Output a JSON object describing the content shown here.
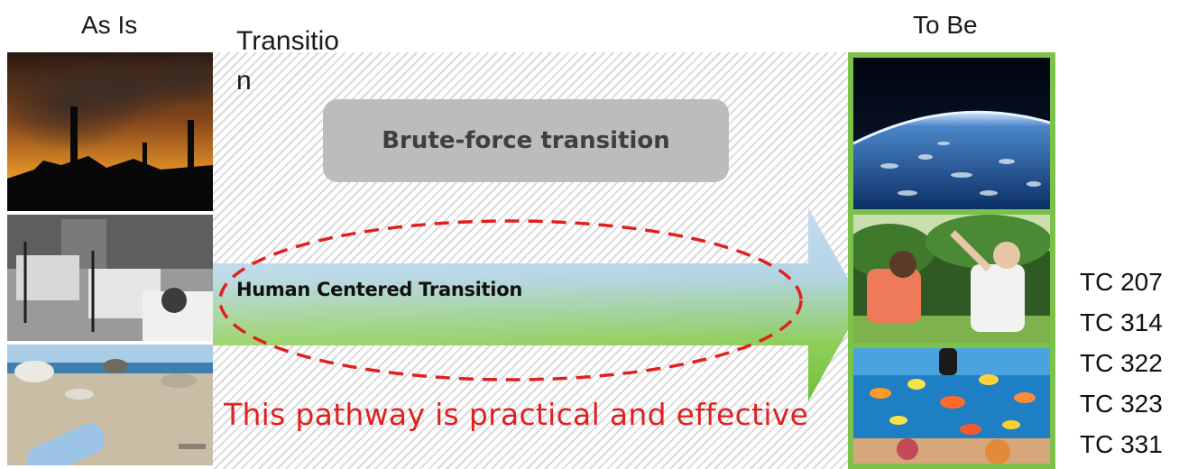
{
  "headings": {
    "as_is": "As Is",
    "transition": "Transition",
    "to_be": "To Be"
  },
  "boxes": {
    "brute_force": "Brute-force transition"
  },
  "arrow": {
    "label": "Human Centered Transition"
  },
  "annotation": {
    "text": "This pathway is practical and effective",
    "color": "#e02020"
  },
  "images": {
    "as_is": [
      "factory-smoke-image",
      "hospital-ward-image",
      "littered-beach-image"
    ],
    "to_be": [
      "earth-from-space-image",
      "people-stretching-image",
      "coral-reef-fish-image"
    ]
  },
  "tc_list": [
    "TC 207",
    "TC 314",
    "TC 322",
    "TC 323",
    "TC 331"
  ],
  "colors": {
    "frame": "#7cc24a",
    "brute_box": "#bcbcbc",
    "arrow_start": "#b9d3ea",
    "arrow_end": "#7cc24a"
  }
}
